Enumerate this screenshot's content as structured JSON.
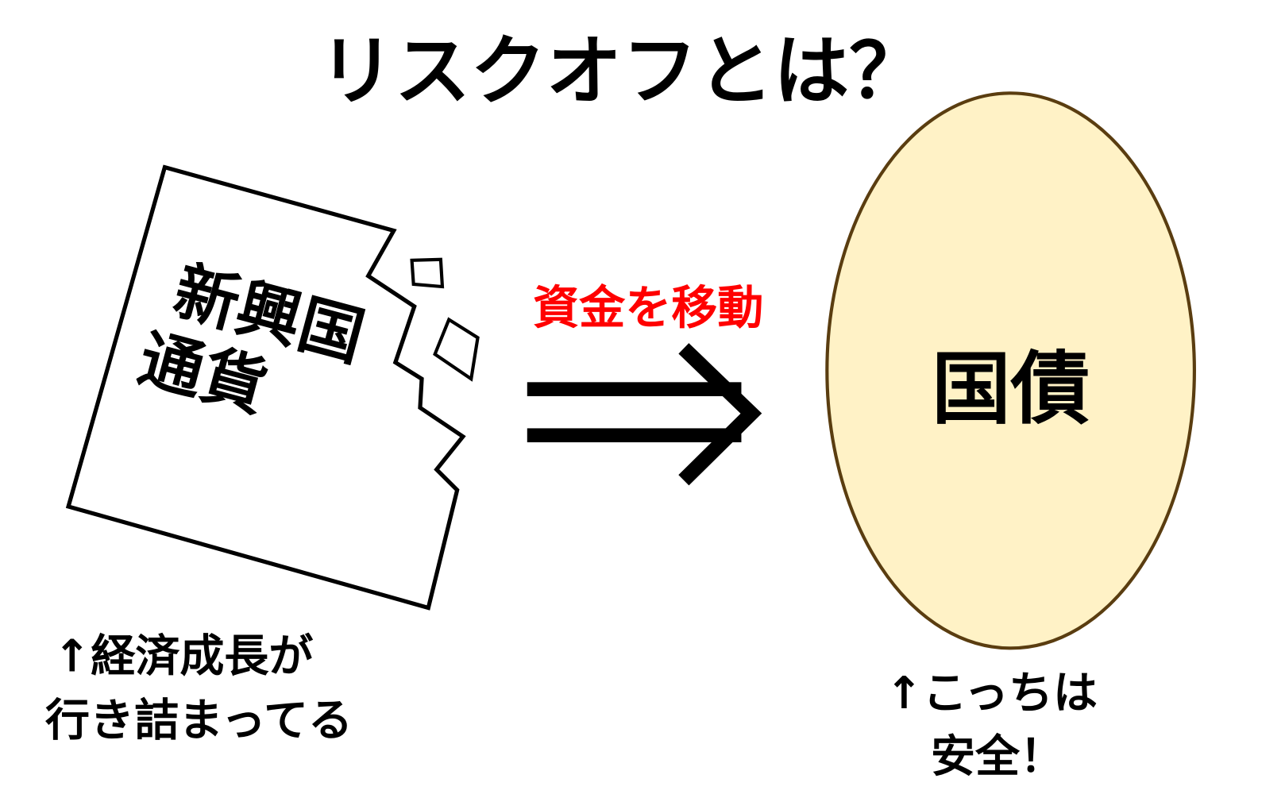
{
  "title": "リスクオフとは？",
  "left": {
    "label_line1": "新興国",
    "label_line2": "通貨",
    "note_line1": "↑経済成長が",
    "note_line2": "行き詰まってる"
  },
  "middle": {
    "action": "資金を移動",
    "action_color": "#ff0000"
  },
  "right": {
    "label": "国債",
    "fill_color": "#fff2c6",
    "stroke_color": "#5a3d10",
    "note_line1": "↑こっちは",
    "note_line2": "安全！"
  }
}
